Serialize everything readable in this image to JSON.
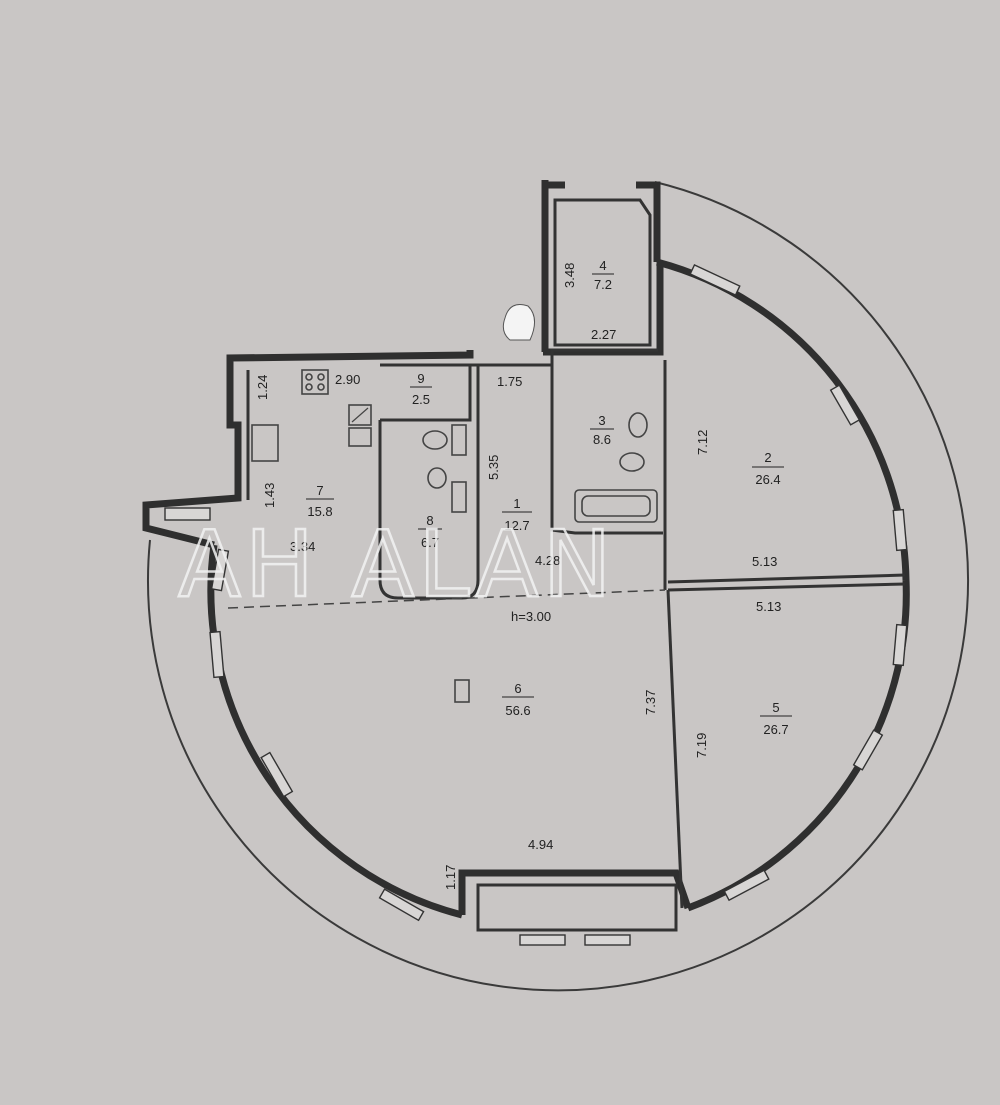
{
  "watermark": "AH ALAN",
  "ceiling_height": "h=3.00",
  "rooms": [
    {
      "number": "1",
      "area": "12.7"
    },
    {
      "number": "2",
      "area": "26.4"
    },
    {
      "number": "3",
      "area": "8.6"
    },
    {
      "number": "4",
      "area": "7.2"
    },
    {
      "number": "5",
      "area": "26.7"
    },
    {
      "number": "6",
      "area": "56.6"
    },
    {
      "number": "7",
      "area": "15.8"
    },
    {
      "number": "8",
      "area": "6.7"
    },
    {
      "number": "9",
      "area": "2.5"
    }
  ],
  "dimensions": [
    "3.48",
    "2.27",
    "2.90",
    "1.24",
    "1.75",
    "5.35",
    "7.12",
    "1.43",
    "3.34",
    "4.28",
    "5.13",
    "5.13",
    "7.37",
    "7.19",
    "4.94",
    "1.17"
  ]
}
